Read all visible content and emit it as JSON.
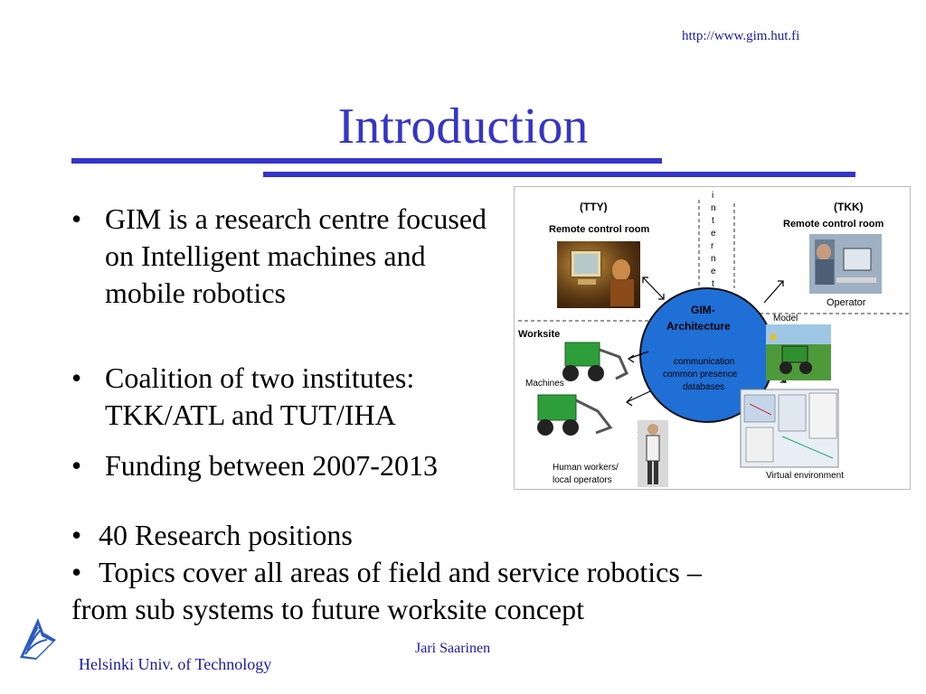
{
  "header": {
    "url": "http://www.gim.hut.fi"
  },
  "title": "Introduction",
  "bullets": [
    {
      "marker": "•",
      "text": "GIM is a research centre focused on Intelligent machines and mobile robotics"
    },
    {
      "marker": "•",
      "text": "Coalition of two institutes: TKK/ATL and TUT/IHA"
    },
    {
      "marker": "•",
      "text": "Funding between 2007-2013"
    },
    {
      "marker": "•",
      "text": "40 Research positions"
    },
    {
      "marker": "•",
      "text_line1": "Topics cover all areas of field and service robotics –",
      "text_line2": "from sub systems to future worksite concept"
    }
  ],
  "diagram": {
    "tty": "(TTY)",
    "tty_room": "Remote control room",
    "tkk": "(TKK)",
    "tkk_room": "Remote control room",
    "operator": "Operator",
    "internet": [
      "i",
      "n",
      "t",
      "e",
      "r",
      "n",
      "e",
      "t"
    ],
    "center_title_1": "GIM-",
    "center_title_2": "Architecture",
    "center_items": [
      "communication",
      "common presence",
      "databases"
    ],
    "model": "Model",
    "worksite": "Worksite",
    "machines": "Machines",
    "human_1": "Human workers/",
    "human_2": "local operators",
    "virtual": "Virtual environment"
  },
  "footer": {
    "left": "Helsinki Univ. of Technology",
    "center": "Jari Saarinen"
  },
  "colors": {
    "accent": "#3535c8",
    "link": "#1a1aa6",
    "circle": "#1f6fd6"
  }
}
